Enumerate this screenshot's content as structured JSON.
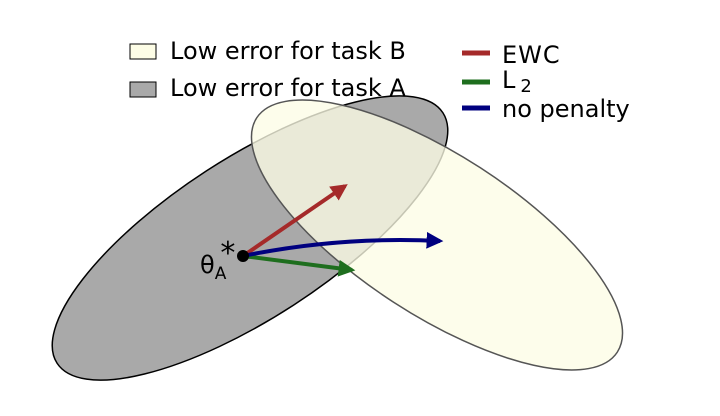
{
  "legend_regions": {
    "task_b": {
      "label": "Low error for task B",
      "color": "#fdfde6"
    },
    "task_a": {
      "label": "Low error for task A",
      "color": "#a9a9a9"
    }
  },
  "legend_methods": {
    "ewc": {
      "label": "EWC",
      "color": "#a52a2a"
    },
    "l2": {
      "label": "L",
      "subscript": "2",
      "color": "#1e6e1e"
    },
    "no_penalty": {
      "label": "no penalty",
      "color": "#00007f"
    }
  },
  "point": {
    "symbol": "θ",
    "subscript": "A",
    "superscript": "*"
  },
  "colors": {
    "stroke": "#000000",
    "ellipse_b_stroke": "#555555"
  }
}
